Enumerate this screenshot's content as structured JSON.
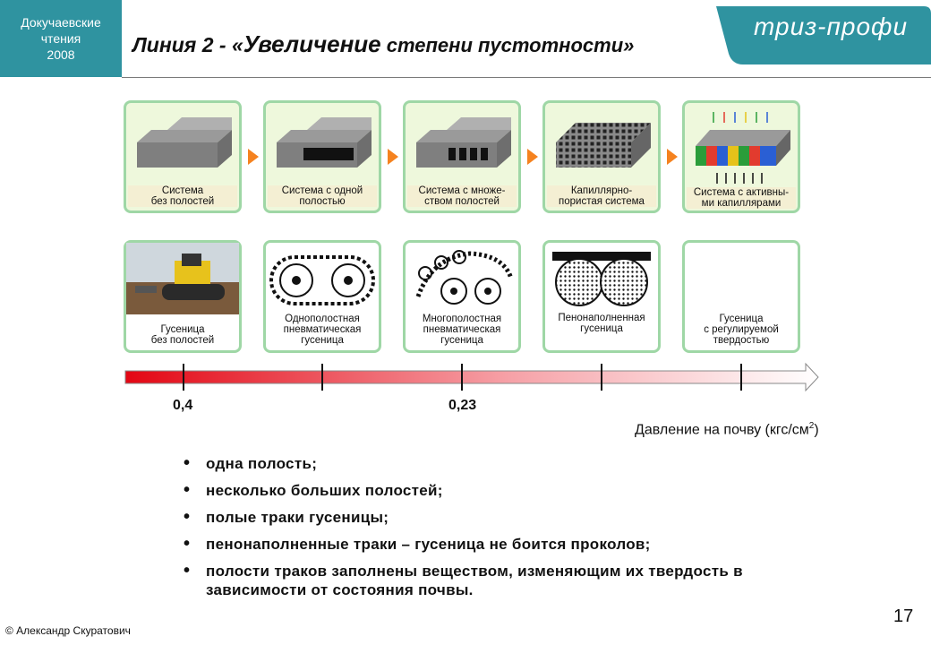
{
  "header": {
    "corner_lines": [
      "Докучаевские",
      "чтения",
      "2008"
    ],
    "title_prefix": "Линия 2 - «",
    "title_emph": "Увеличение",
    "title_rest": " степени пустотности»",
    "brand": "триз-профи"
  },
  "systems": [
    {
      "label": "Система без полостей",
      "line1": "Система",
      "line2": "без полостей"
    },
    {
      "label": "Система с одной полостью",
      "line1": "Система с одной",
      "line2": "полостью"
    },
    {
      "label": "Система с множеством полостей",
      "line1": "Система с множе-",
      "line2": "ством полостей"
    },
    {
      "label": "Капиллярно-пористая система",
      "line1": "Капиллярно-",
      "line2": "пористая система"
    },
    {
      "label": "Система с активными капиллярами",
      "line1": "Система с активны-",
      "line2": "ми капиллярами"
    }
  ],
  "examples": [
    {
      "lines": [
        "Гусеница",
        "без полостей"
      ]
    },
    {
      "lines": [
        "Однополостная",
        "пневматическая",
        "гусеница"
      ]
    },
    {
      "lines": [
        "Многополостная",
        "пневматическая",
        "гусеница"
      ]
    },
    {
      "lines": [
        "Пенонаполненная",
        "гусеница"
      ]
    },
    {
      "lines": [
        "Гусеница",
        "с регулируемой",
        "твердостью"
      ]
    }
  ],
  "scale": {
    "values": [
      "0,4",
      "0,23"
    ],
    "axis_label": "Давление на почву (кгс/см",
    "axis_sup": "2",
    "axis_close": ")"
  },
  "bullets": [
    "одна полость;",
    "несколько больших полостей;",
    "полые траки гусеницы;",
    "пенонаполненные траки – гусеница не боится проколов;",
    "полости траков заполнены веществом, изменяющим их твердость в зависимости от состояния почвы."
  ],
  "footer": {
    "page_number": "17",
    "copyright": "© Александр Скуратович"
  },
  "colors": {
    "corner": "#2f93a0",
    "card_border": "#9fd7a6",
    "arrow": "#f5821f",
    "scale": "#e30613"
  }
}
